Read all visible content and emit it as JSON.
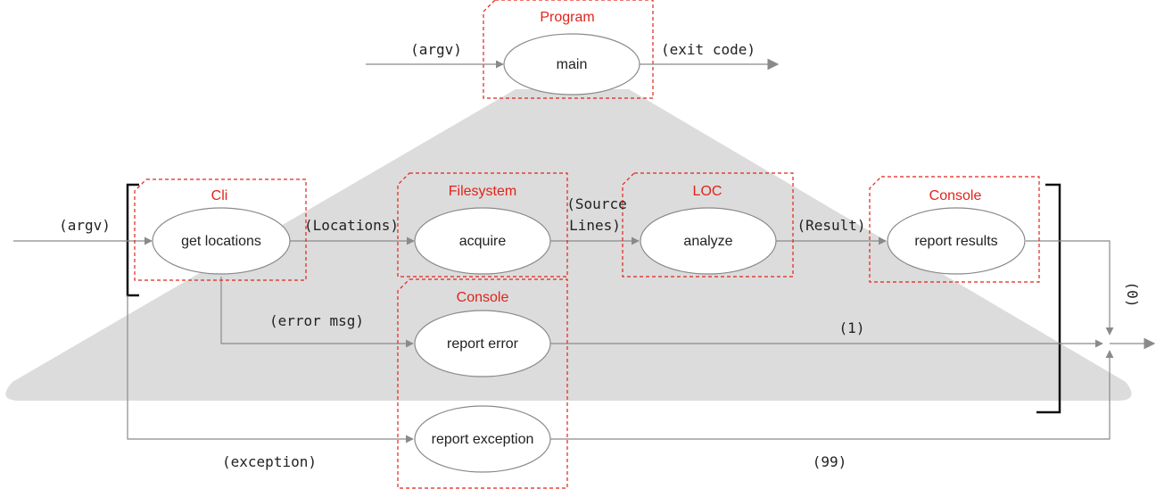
{
  "modules": {
    "program": "Program",
    "cli": "Cli",
    "filesystem": "Filesystem",
    "loc": "LOC",
    "console_top": "Console",
    "console_mid": "Console"
  },
  "nodes": {
    "main": "main",
    "get_locations": "get locations",
    "acquire": "acquire",
    "analyze": "analyze",
    "report_results": "report results",
    "report_error": "report error",
    "report_exception": "report exception"
  },
  "labels": {
    "argv_top": "(argv)",
    "exit_code": "(exit code)",
    "argv_left": "(argv)",
    "locations": "(Locations)",
    "source_lines_1": "(Source",
    "source_lines_2": "Lines)",
    "result": "(Result)",
    "error_msg": "(error msg)",
    "one": "(1)",
    "zero": "(0)",
    "exception": "(exception)",
    "ninety_nine": "(99)"
  },
  "colors": {
    "module_label": "#e0241b",
    "module_border": "#e0241b",
    "flow_line": "#8a8a8a",
    "expansion_shape": "#dcdcdc",
    "bracket": "#111111"
  }
}
